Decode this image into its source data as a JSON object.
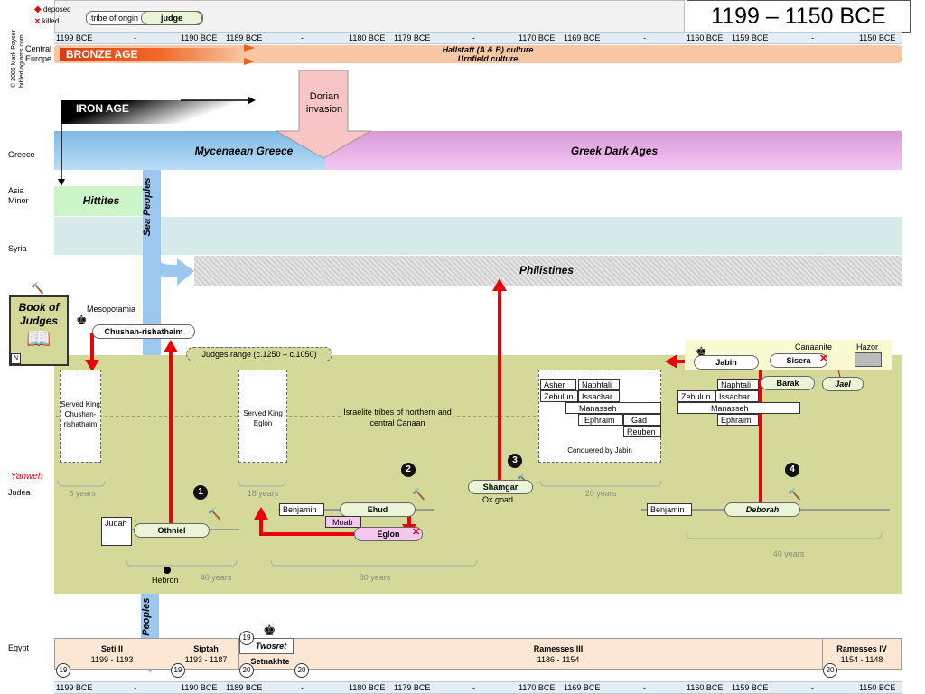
{
  "legend": {
    "deposed": "deposed",
    "killed": "killed",
    "tribe_label": "tribe of origin",
    "judge_label": "judge"
  },
  "title": "1199 – 1150 BCE",
  "copyright": [
    "© 2006 Mark Poyser",
    "biblediagrams.com"
  ],
  "year_ticks": [
    "1199 BCE",
    "-",
    "1190 BCE",
    "1189 BCE",
    "-",
    "1180 BCE",
    "1179 BCE",
    "-",
    "1170 BCE",
    "1169 BCE",
    "-",
    "1160 BCE",
    "1159 BCE",
    "-",
    "1150 BCE"
  ],
  "regions": {
    "central_europe": "Central Europe",
    "greece": "Greece",
    "asia_minor": "Asia Minor",
    "syria": "Syria",
    "mesopotamia": "Mesopotamia",
    "judea": "Judea",
    "yahweh": "Yahweh",
    "egypt": "Egypt",
    "canaanite": "Canaanite",
    "hazor": "Hazor"
  },
  "eras": {
    "bronze_age": "BRONZE AGE",
    "hallstatt": "Hallstatt (A & B) culture",
    "urnfield": "Urnfield culture",
    "iron_age": "IRON AGE",
    "dorian": "Dorian invasion",
    "mycenaean": "Mycenaean Greece",
    "dark_ages": "Greek Dark Ages",
    "hittites": "Hittites",
    "sea_peoples": "Sea Peoples",
    "philistines": "Philistines"
  },
  "book": {
    "title": "Book of Judges",
    "marker": "N"
  },
  "judges_range": "Judges range (c.1250 – c.1050)",
  "israelite_tribes": "Israelite tribes of northern and central Canaan",
  "served_chushan": "Served King Chushan-rishathaim",
  "served_eglon": "Served King Eglon",
  "conquered_jabin": "Conquered by Jabin",
  "people": {
    "chushan": "Chushan-rishathaim",
    "othniel": "Othniel",
    "ehud": "Ehud",
    "eglon": "Eglon",
    "shamgar": "Shamgar",
    "ox_goad": "Ox goad",
    "deborah": "Deborah",
    "barak": "Barak",
    "jabin": "Jabin",
    "sisera": "Sisera",
    "jael": "Jael"
  },
  "tribes": {
    "judah": "Judah",
    "benjamin": "Benjamin",
    "moab": "Moab",
    "asher": "Asher",
    "naphtali": "Naphtali",
    "zebulun": "Zebulun",
    "issachar": "Issachar",
    "manasseh": "Manasseh",
    "ephraim": "Ephraim",
    "gad": "Gad",
    "reuben": "Reuben"
  },
  "place_hebron": "Hebron",
  "durations": {
    "y8": "8 years",
    "y18": "18 years",
    "y40a": "40 years",
    "y80": "80 years",
    "y20": "20 years",
    "y40b": "40 years"
  },
  "numbers": [
    "1",
    "2",
    "3",
    "4"
  ],
  "egypt": {
    "seti": {
      "name": "Seti II",
      "years": "1199 - 1193"
    },
    "siptah": {
      "name": "Siptah",
      "years": "1193 - 1187"
    },
    "twosret": "Twosret",
    "setnakhte": "Setnakhte",
    "ramesses3": {
      "name": "Ramesses III",
      "years": "1186 - 1154"
    },
    "ramesses4": {
      "name": "Ramesses IV",
      "years": "1154 - 1148"
    },
    "dyn19": "19",
    "dyn20": "20"
  },
  "colors": {
    "judea_bg": "#d4d99a",
    "red": "#e8000b",
    "sea_blue": "#9cc8ef",
    "greece_blue": "#9ccfef",
    "dark_ages_pink": "#f0b8f0",
    "hittite_green": "#ccf5c8",
    "syria_teal": "#d6eaea",
    "bronze_orange": "#f6c7a2",
    "egypt_peach": "#fce7d5"
  }
}
